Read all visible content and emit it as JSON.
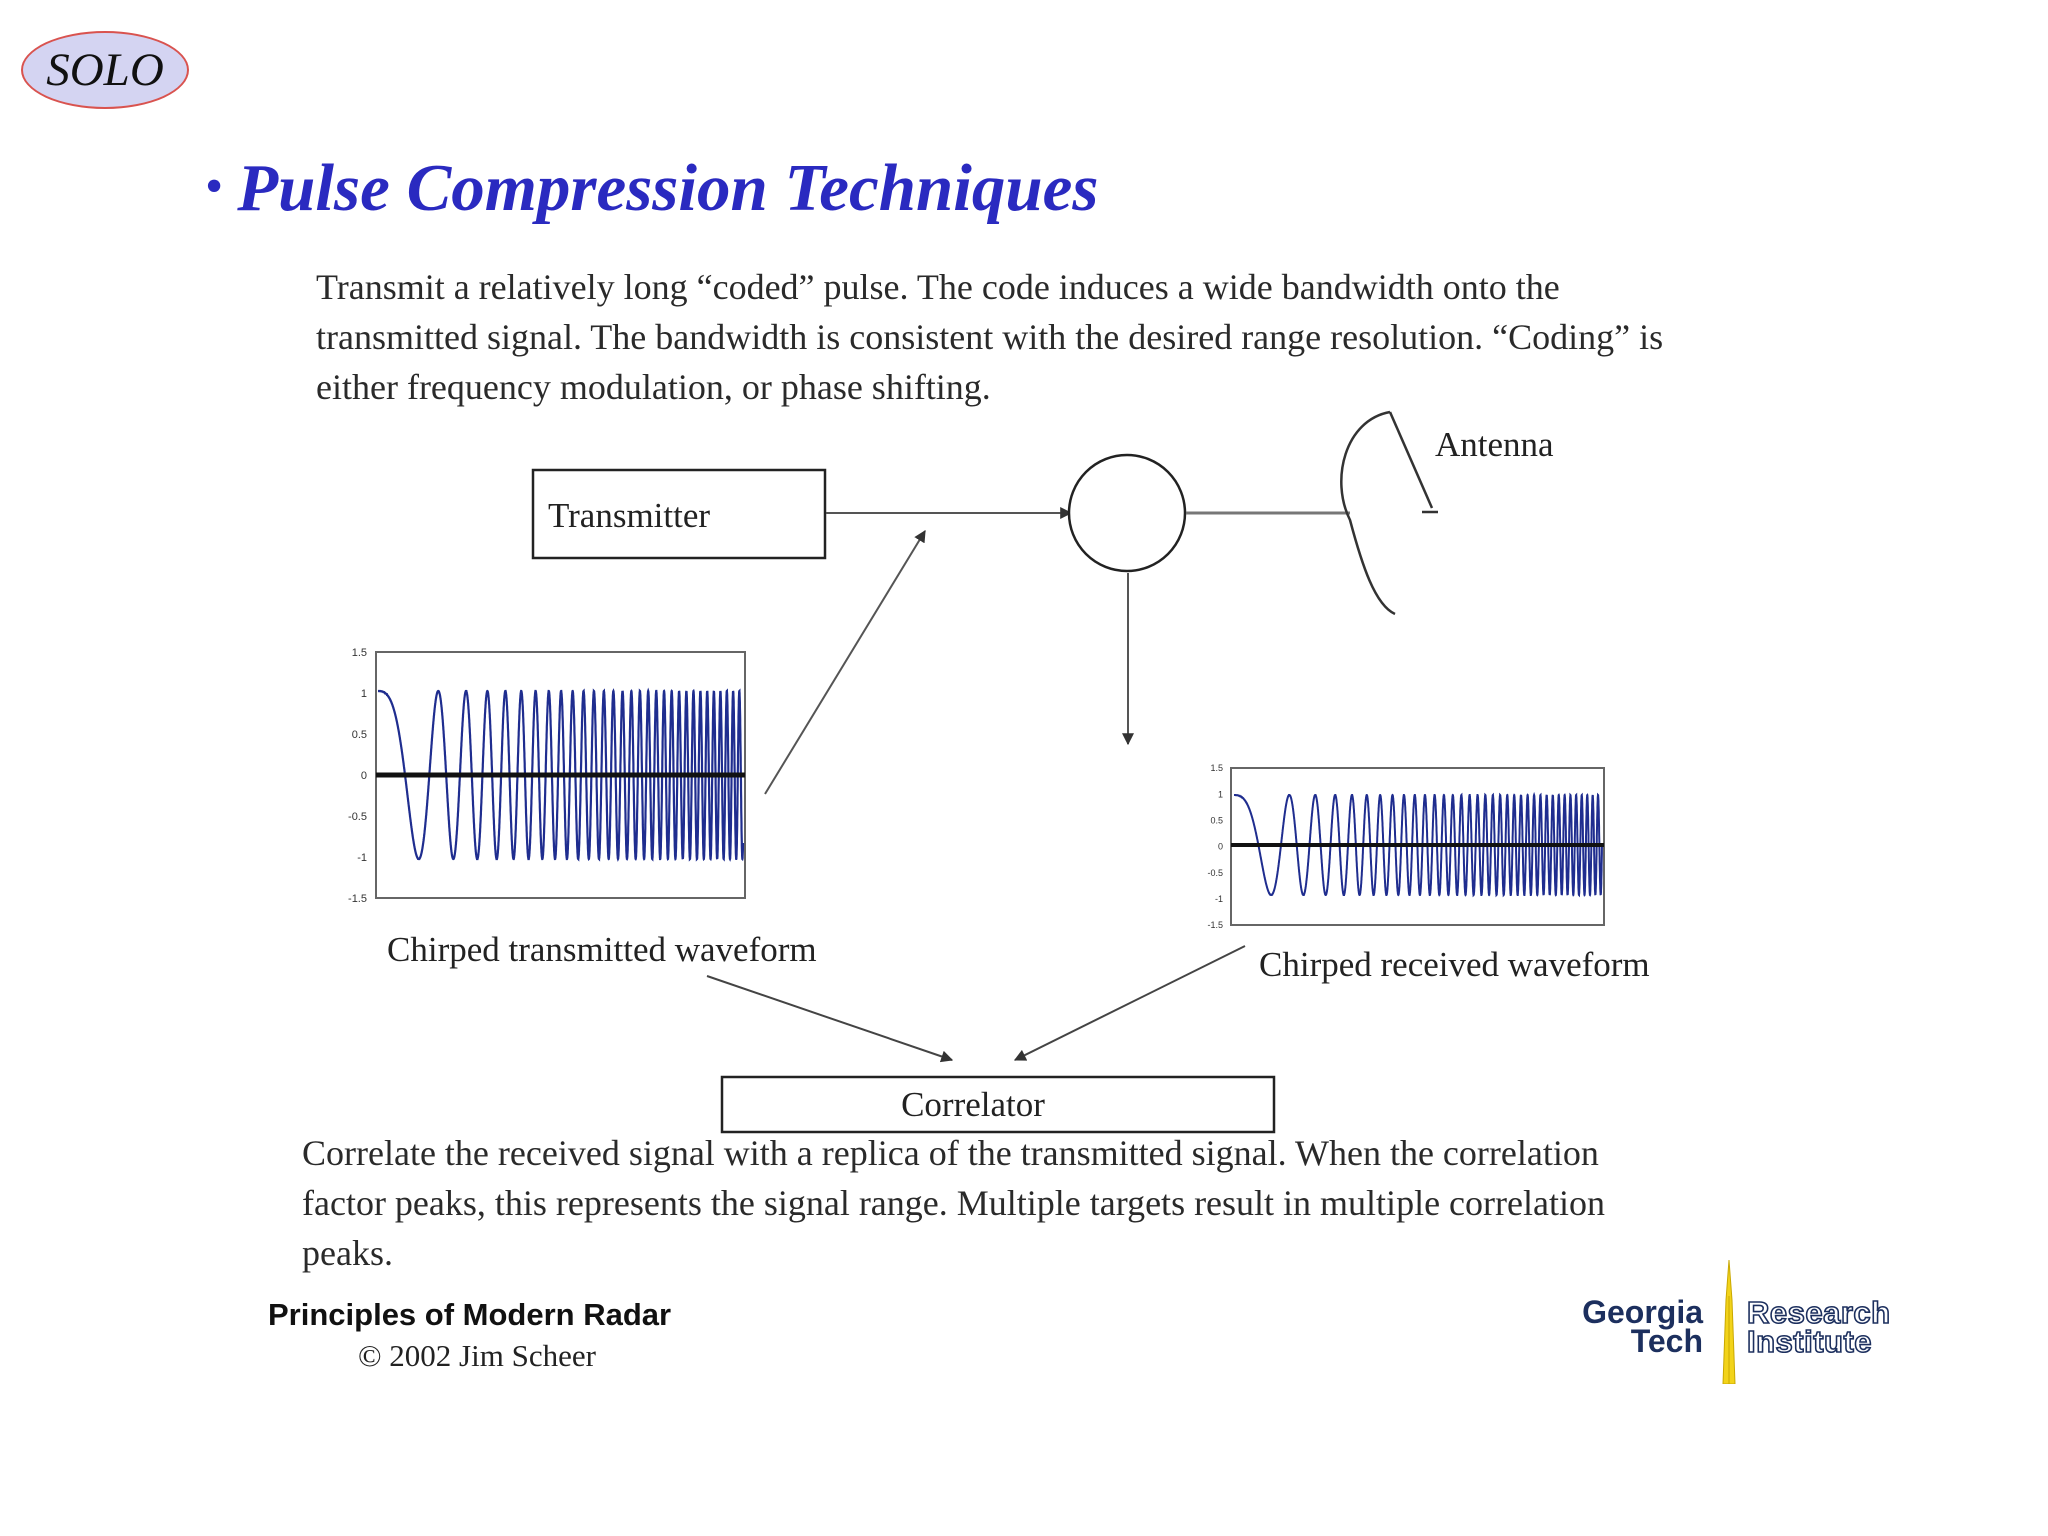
{
  "badge": {
    "text": "SOLO"
  },
  "slide": {
    "bullet": "•",
    "title": "Pulse Compression Techniques",
    "intro_lines": [
      "Transmit a relatively long “coded” pulse.  The code induces a wide bandwidth onto the",
      "transmitted signal.  The bandwidth is consistent with the desired range resolution. “Coding” is",
      "either frequency modulation, or phase shifting."
    ],
    "outro_lines": [
      "Correlate the received signal with a replica of the transmitted signal.  When the correlation",
      "factor peaks, this represents the signal range. Multiple targets result in multiple correlation",
      "peaks."
    ]
  },
  "diagram": {
    "transmitter_label": "Transmitter",
    "antenna_label": "Antenna",
    "correlator_label": "Correlator",
    "tx_caption": "Chirped transmitted waveform",
    "rx_caption": "Chirped received waveform",
    "tx_plot": {
      "yticks": [
        "1.5",
        "1",
        "0.5",
        "0",
        "-0.5",
        "-1",
        "-1.5"
      ],
      "ylim": [
        -1.5,
        1.5
      ]
    },
    "rx_plot": {
      "yticks": [
        "1.5",
        "1",
        "0.5",
        "0",
        "-0.5",
        "-1",
        "-1.5"
      ],
      "ylim": [
        -1.5,
        1.5
      ]
    }
  },
  "footer": {
    "book_title": "Principles of Modern Radar",
    "copyright": "© 2002 Jim Scheer",
    "logo_left_lines": [
      "Georgia",
      "Tech"
    ],
    "logo_right_lines": [
      "Research",
      "Institute"
    ]
  },
  "colors": {
    "title": "#2a2ac0",
    "waveform": "#1f2d8f",
    "badge_fill": "#d4d4f2",
    "badge_border": "#d9534f"
  }
}
